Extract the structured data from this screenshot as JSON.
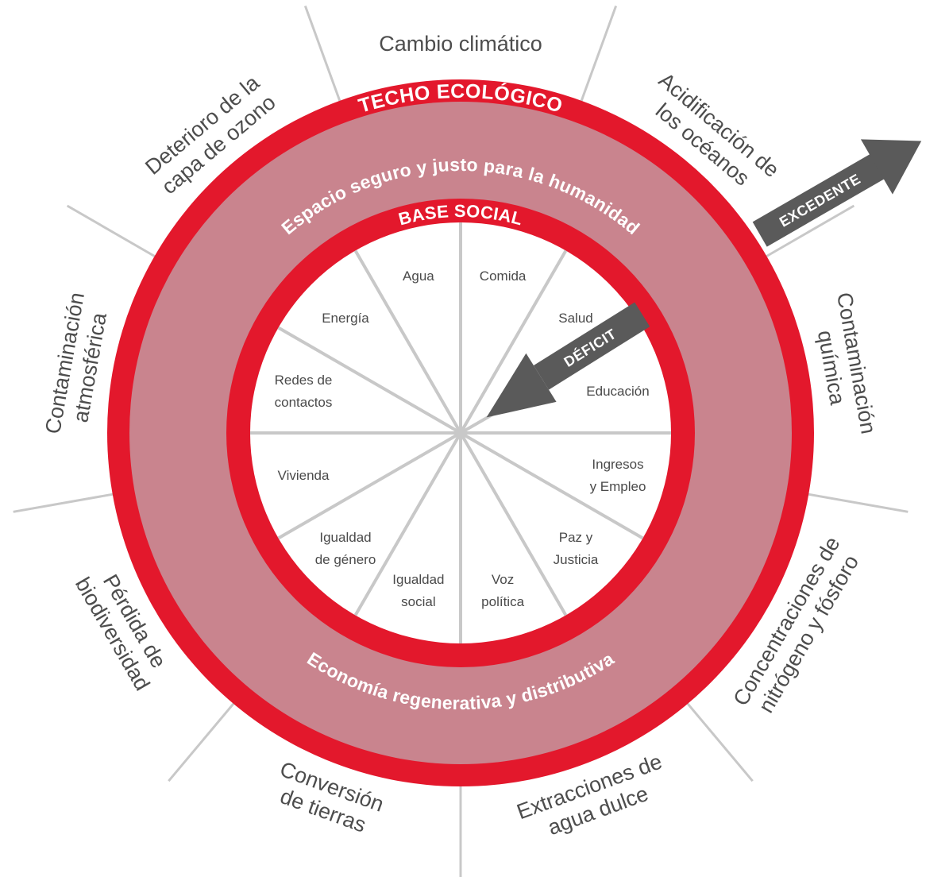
{
  "colors": {
    "ring_red": "#e3182c",
    "band_pink": "#c9848e",
    "spoke_grey": "#c8c8c8",
    "arrow_grey": "#5a5a5a",
    "text_grey": "#4d4d4d"
  },
  "rings": {
    "ceiling": "TECHO ECOLÓGICO",
    "safe_space": "Espacio seguro y justo para la humanidad",
    "social_foundation": "BASE SOCIAL",
    "economy": "Economía regenerativa y distributiva"
  },
  "arrows": {
    "overshoot": "EXCEDENTE",
    "shortfall": "DÉFICIT"
  },
  "ecological_ceiling": [
    {
      "lines": [
        "Cambio climático"
      ],
      "icon": "climate-change"
    },
    {
      "lines": [
        "Acidificación de",
        "los océanos"
      ],
      "icon": "ocean-acidification"
    },
    {
      "lines": [
        "Contaminación",
        "química"
      ],
      "icon": "chemical-pollution"
    },
    {
      "lines": [
        "Concentraciones de",
        "nitrógeno y fósforo"
      ],
      "icon": "nitrogen-phosphorus"
    },
    {
      "lines": [
        "Extracciones de",
        "agua dulce"
      ],
      "icon": "freshwater"
    },
    {
      "lines": [
        "Conversión",
        "de tierras"
      ],
      "icon": "land-conversion"
    },
    {
      "lines": [
        "Pérdida de",
        "biodiversidad"
      ],
      "icon": "biodiversity"
    },
    {
      "lines": [
        "Contaminación",
        "atmosférica"
      ],
      "icon": "air-pollution"
    },
    {
      "lines": [
        "Deterioro de la",
        "capa de ozono"
      ],
      "icon": "ozone"
    }
  ],
  "social_foundation": [
    {
      "lines": [
        "Comida"
      ]
    },
    {
      "lines": [
        "Salud"
      ]
    },
    {
      "lines": [
        "Educación"
      ]
    },
    {
      "lines": [
        "Ingresos",
        "y Empleo"
      ]
    },
    {
      "lines": [
        "Paz y",
        "Justicia"
      ]
    },
    {
      "lines": [
        "Voz",
        "política"
      ]
    },
    {
      "lines": [
        "Igualdad",
        "social"
      ]
    },
    {
      "lines": [
        "Igualdad",
        "de género"
      ]
    },
    {
      "lines": [
        "Vivienda"
      ]
    },
    {
      "lines": [
        "Redes de",
        "contactos"
      ]
    },
    {
      "lines": [
        "Energía"
      ]
    },
    {
      "lines": [
        "Agua"
      ]
    }
  ]
}
